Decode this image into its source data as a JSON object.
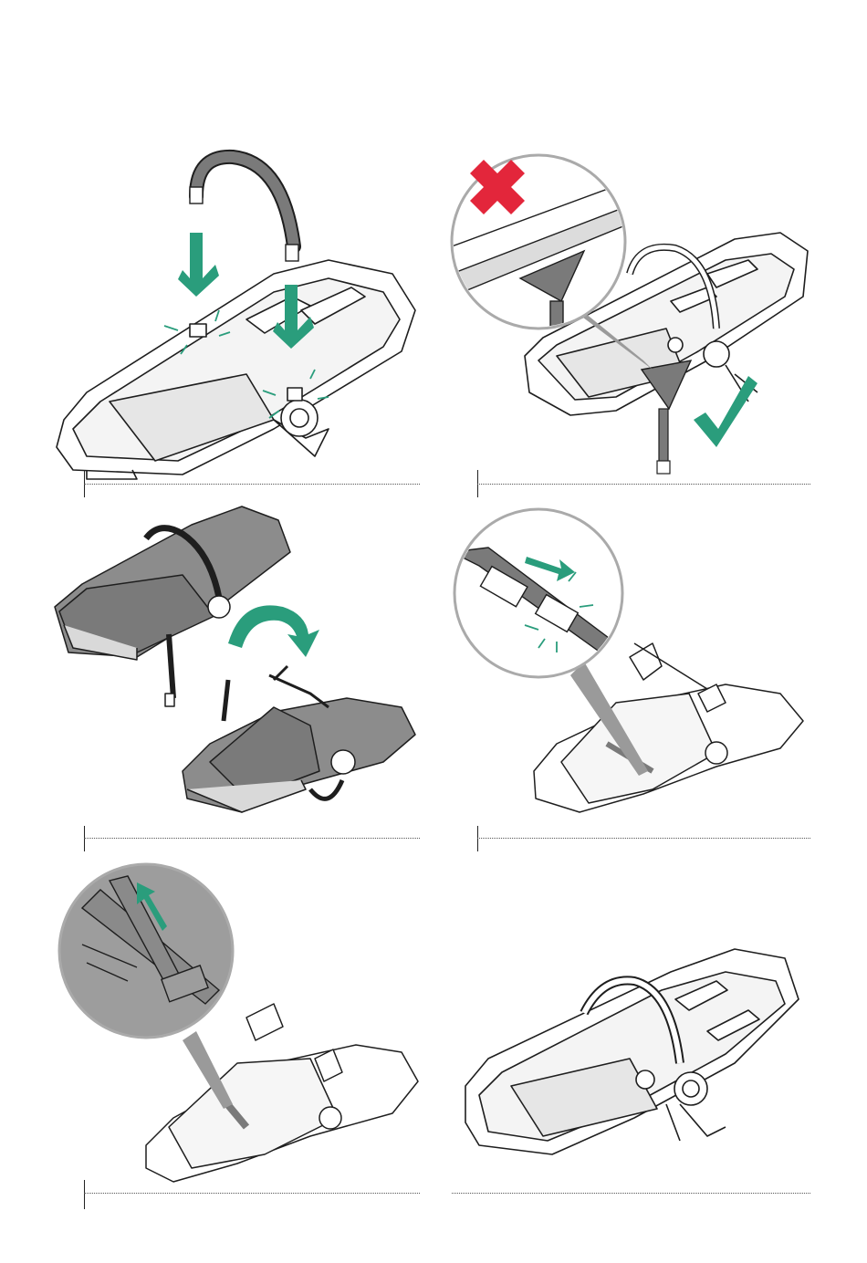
{
  "page": {
    "colors": {
      "line": "#1e1e1e",
      "fabric_dark": "#7a7a7a",
      "fabric_mid": "#9a9a9a",
      "fabric_light": "#d9d9d9",
      "frame": "#ffffff",
      "accent_green": "#2a9d7c",
      "error_red": "#e3263b",
      "magnifier_bg": "#efefef",
      "magnifier_dark_bg": "#9d9d9d"
    },
    "steps": [
      {
        "number": "",
        "illustration": "attach-bumper-bar",
        "icons": [
          "arrow-down-icon",
          "click-sound-icon"
        ]
      },
      {
        "number": "",
        "illustration": "crotch-strap-check",
        "icons": [
          "wrong-cross-icon",
          "correct-check-icon"
        ]
      },
      {
        "number": "",
        "illustration": "flip-seat-over",
        "icons": [
          "rotate-arrow-icon"
        ]
      },
      {
        "number": "",
        "illustration": "buckle-straps",
        "icons": [
          "arrow-right-icon",
          "click-sound-icon"
        ]
      },
      {
        "number": "",
        "illustration": "pull-strap-tight",
        "icons": [
          "arrow-up-icon"
        ]
      },
      {
        "number": "",
        "illustration": "seat-assembled",
        "icons": []
      }
    ]
  }
}
